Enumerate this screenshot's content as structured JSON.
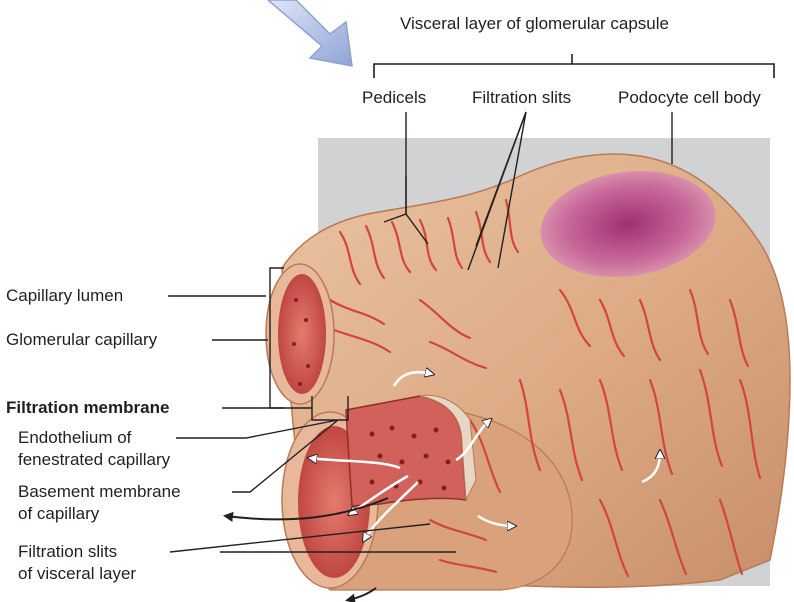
{
  "labels": {
    "visceral_layer": "Visceral layer of glomerular capsule",
    "pedicels": "Pedicels",
    "filtration_slits": "Filtration slits",
    "podocyte_cell_body": "Podocyte cell body",
    "capillary_lumen": "Capillary lumen",
    "glomerular_capillary": "Glomerular capillary",
    "filtration_membrane": "Filtration membrane",
    "endothelium_line1": "Endothelium of",
    "endothelium_line2": "fenestrated capillary",
    "basement_line1": "Basement membrane",
    "basement_line2": "of capillary",
    "slits_visceral_line1": "Filtration slits",
    "slits_visceral_line2": "of visceral layer"
  },
  "colors": {
    "leader": "#231f20",
    "gray_panel": "#d1d2d4",
    "tissue": "#e3b28f",
    "tissue_dark": "#c98a63",
    "red_lining": "#d85a4d",
    "lumen_red": "#c94a46",
    "podocyte_purple": "#b24a85",
    "pointer_arrow": "#a7b7de"
  }
}
